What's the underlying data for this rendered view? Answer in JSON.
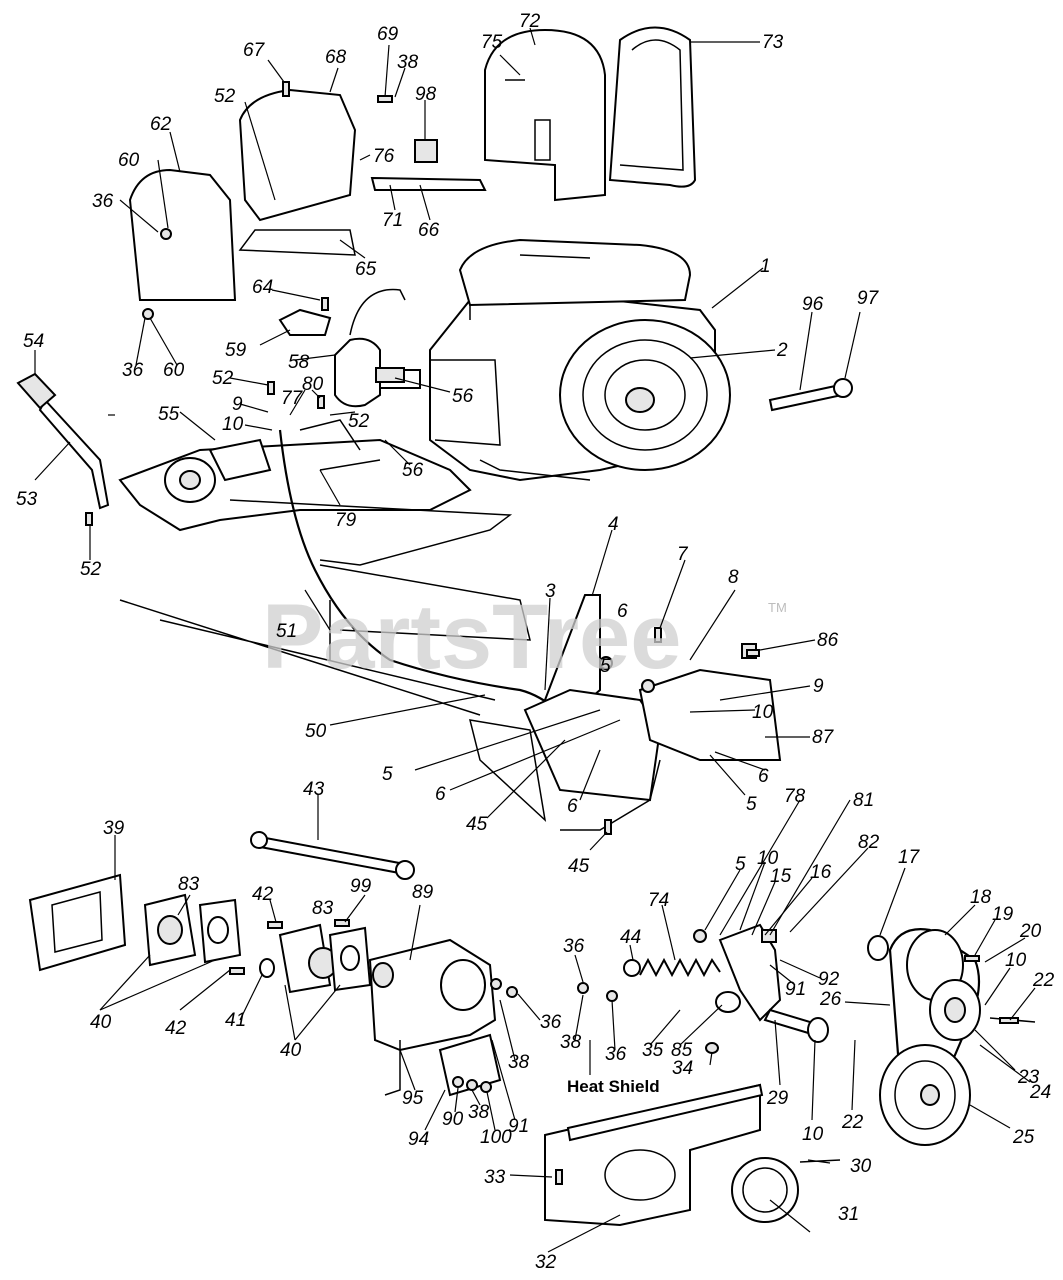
{
  "watermark": {
    "text": "PartsTree",
    "trademark": "TM"
  },
  "heat_shield_label": "Heat Shield",
  "callouts": {
    "c1": "1",
    "c2": "2",
    "c3": "3",
    "c4": "4",
    "c5a": "5",
    "c5b": "5",
    "c5c": "5",
    "c5d": "5",
    "c6a": "6",
    "c6b": "6",
    "c6c": "6",
    "c6d": "6",
    "c7": "7",
    "c8": "8",
    "c9a": "9",
    "c9b": "9",
    "c10a": "10",
    "c10b": "10",
    "c10c": "10",
    "c10d": "10",
    "c10e": "10",
    "c15": "15",
    "c16": "16",
    "c17": "17",
    "c18": "18",
    "c19": "19",
    "c20": "20",
    "c22a": "22",
    "c22b": "22",
    "c23": "23",
    "c24": "24",
    "c25": "25",
    "c26": "26",
    "c29": "29",
    "c30": "30",
    "c31": "31",
    "c32": "32",
    "c33": "33",
    "c34": "34",
    "c35": "35",
    "c36a": "36",
    "c36b": "36",
    "c36c": "36",
    "c36d": "36",
    "c36e": "36",
    "c38a": "38",
    "c38b": "38",
    "c38c": "38",
    "c38d": "38",
    "c39": "39",
    "c40a": "40",
    "c40b": "40",
    "c41": "41",
    "c42a": "42",
    "c42b": "42",
    "c43": "43",
    "c44": "44",
    "c45a": "45",
    "c45b": "45",
    "c50": "50",
    "c51": "51",
    "c52a": "52",
    "c52b": "52",
    "c52c": "52",
    "c52d": "52",
    "c53": "53",
    "c54": "54",
    "c55": "55",
    "c56a": "56",
    "c56b": "56",
    "c58": "58",
    "c59": "59",
    "c60a": "60",
    "c60b": "60",
    "c62": "62",
    "c64": "64",
    "c65": "65",
    "c66": "66",
    "c67": "67",
    "c68": "68",
    "c69": "69",
    "c71": "71",
    "c72": "72",
    "c73": "73",
    "c74": "74",
    "c75": "75",
    "c76": "76",
    "c77": "77",
    "c78": "78",
    "c79": "79",
    "c80": "80",
    "c81": "81",
    "c82": "82",
    "c83a": "83",
    "c83b": "83",
    "c85": "85",
    "c86": "86",
    "c87": "87",
    "c89": "89",
    "c90": "90",
    "c91a": "91",
    "c91b": "91",
    "c92": "92",
    "c94": "94",
    "c95": "95",
    "c96": "96",
    "c97": "97",
    "c98": "98",
    "c99": "99",
    "c100": "100"
  }
}
